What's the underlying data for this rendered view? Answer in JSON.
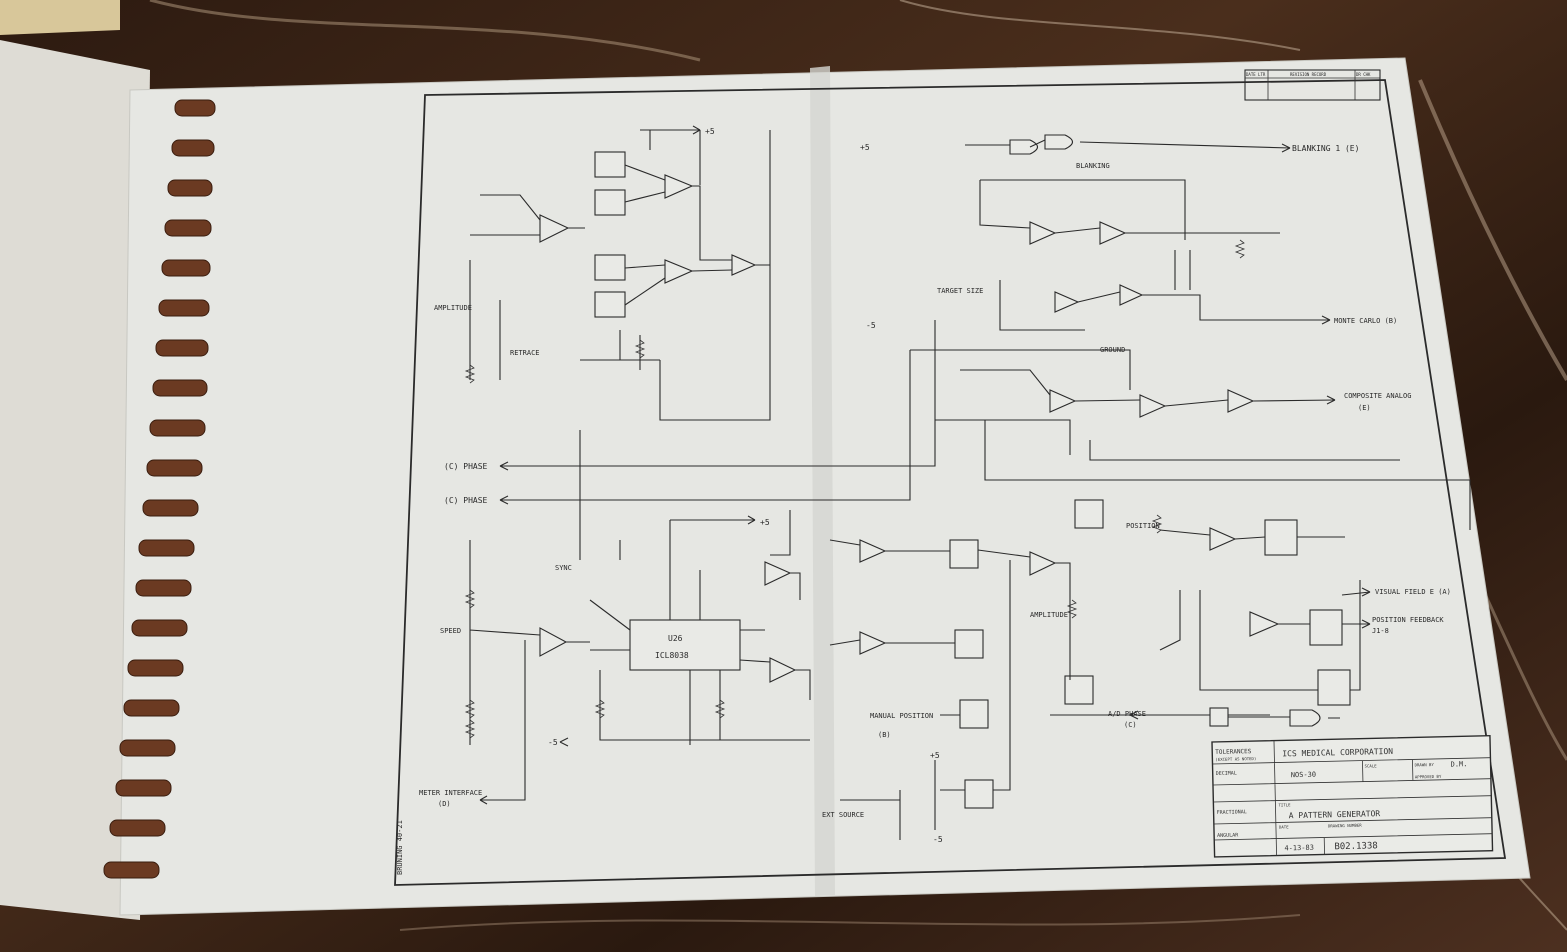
{
  "title_block": {
    "tolerances_label": "TOLERANCES",
    "tolerances_sub": "(EXCEPT AS NOTED)",
    "decimal_label": "DECIMAL",
    "fractional_label": "FRACTIONAL",
    "angular_label": "ANGULAR",
    "company": "ICS MEDICAL CORPORATION",
    "model": "NOS-30",
    "scale_label": "SCALE",
    "drawn_by_label": "DRAWN BY",
    "drawn_by": "D.M.",
    "approved_by_label": "APPROVED BY",
    "title_label": "TITLE",
    "title": "A PATTERN GENERATOR",
    "date_label": "DATE",
    "date": "4-13-83",
    "drawing_number_label": "DRAWING NUMBER",
    "drawing_number": "B02.1338"
  },
  "revision_header": {
    "date_ltr": "DATE LTR",
    "revision_record": "REVISION RECORD",
    "dr_chk": "DR CHK"
  },
  "stamp": "BRUNING 40-21",
  "signals": {
    "blanking": "BLANKING 1 (E)",
    "monte_carlo": "MONTE CARLO (B)",
    "composite_analog": "COMPOSITE ANALOG",
    "composite_analog_sub": "(E)",
    "visual_field": "VISUAL FIELD E (A)",
    "position_feedback": "POSITION FEEDBACK",
    "position_feedback_sub": "J1-8",
    "phase_1": "(C) PHASE",
    "phase_2": "(C) PHASE",
    "meter_interface": "METER INTERFACE",
    "meter_interface_sub": "(D)",
    "manual_position": "MANUAL POSITION",
    "manual_position_sub": "(B)",
    "ext_source": "EXT SOURCE",
    "ad_phase": "A/D PHASE",
    "ad_phase_sub": "(C)",
    "sync": "SYNC",
    "retrace": "RETRACE",
    "target_size": "TARGET SIZE",
    "amplitude": "AMPLITUDE",
    "amplitude_right": "AMPLITUDE",
    "speed": "SPEED",
    "position": "POSITION",
    "blanking_sw": "BLANKING",
    "ground": "GROUND"
  },
  "components": {
    "ic_main": "U26",
    "ic_main_part": "ICL8038",
    "plus5": "+5",
    "minus5": "-5"
  },
  "colors": {
    "paper": "#e6e7e3",
    "ink": "#2b2b2b",
    "marble": "#3b2518",
    "binding": "#6b3a22"
  }
}
